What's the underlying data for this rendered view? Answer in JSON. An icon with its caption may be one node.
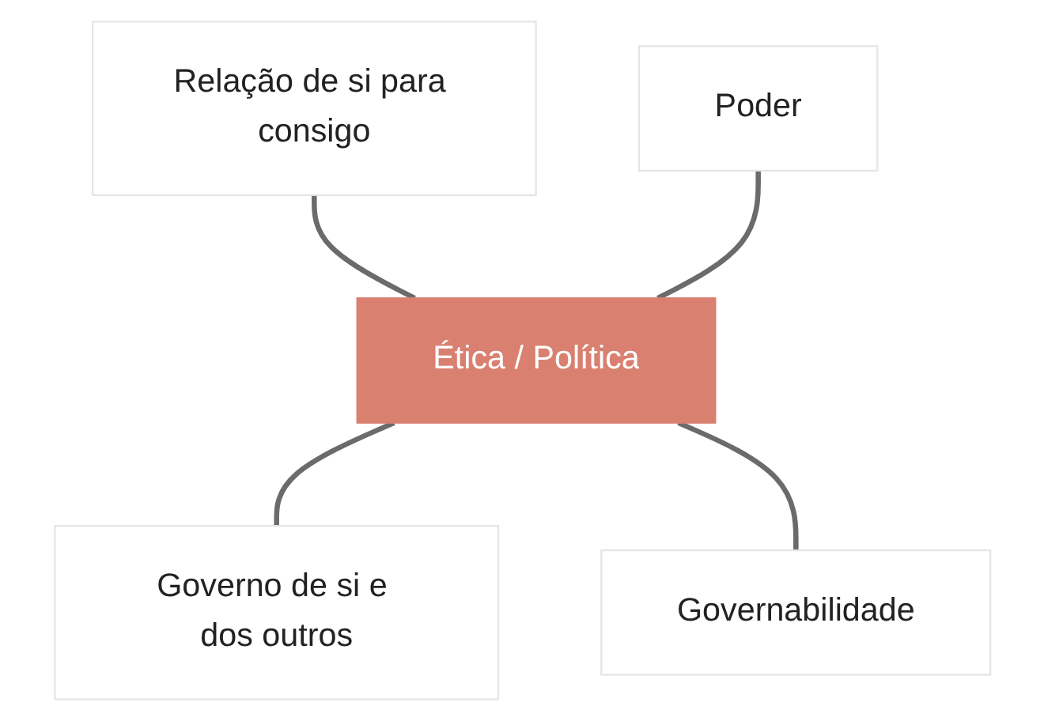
{
  "diagram": {
    "nodes": [
      {
        "text": [
          "Relação de si para consigo"
        ]
      },
      {
        "text": [
          "Poder"
        ]
      },
      {
        "text": [
          "Ética / Política"
        ]
      },
      {
        "text": [
          "Governo de si e dos outros"
        ]
      },
      {
        "text": [
          "Governabilidade"
        ]
      }
    ],
    "edges": [
      {
        "from": 0,
        "to": 2,
        "arrow": "none"
      },
      {
        "from": 1,
        "to": 2,
        "arrow": "none"
      },
      {
        "from": 2,
        "to": 3,
        "arrow": "none"
      },
      {
        "from": 2,
        "to": 4,
        "arrow": "none"
      }
    ]
  }
}
